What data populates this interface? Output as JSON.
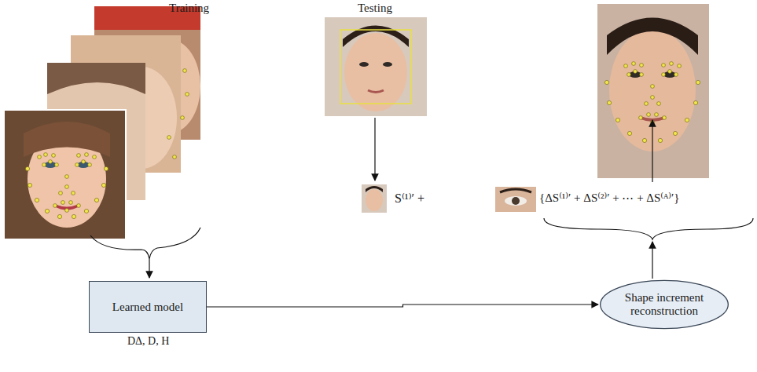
{
  "diagram": {
    "nodes": [
      {
        "text": [
          "Learned model",
          "DΔ, D, H"
        ]
      },
      {
        "text": [
          "Shape increment reconstruction"
        ]
      }
    ],
    "edges": [
      {
        "from": 0,
        "to": 1,
        "arrow": "to"
      }
    ],
    "labels": [
      "Training",
      "Testing",
      "S⁽¹⁾′ +",
      "{ΔS⁽¹⁾′ + ΔS⁽²⁾′ + ⋯ + ΔS⁽ᴬ⁾′}"
    ]
  }
}
